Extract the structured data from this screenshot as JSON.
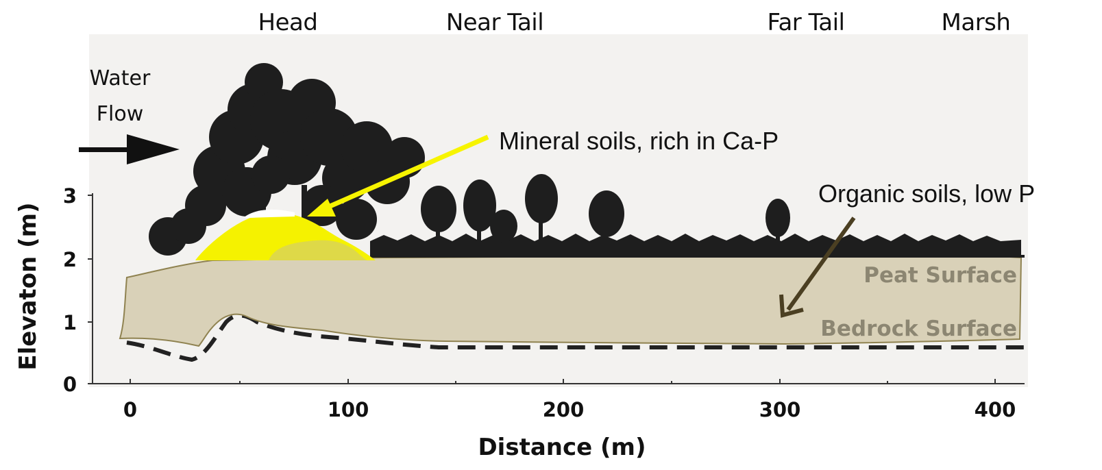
{
  "zones": {
    "head": "Head",
    "near_tail": "Near Tail",
    "far_tail": "Far Tail",
    "marsh": "Marsh"
  },
  "water_flow": {
    "line1": "Water",
    "line2": "Flow"
  },
  "axes": {
    "x_label": "Distance (m)",
    "y_label": "Elevaton (m)",
    "x_ticks": [
      "0",
      "100",
      "200",
      "300",
      "400"
    ],
    "y_ticks": [
      "0",
      "1",
      "2",
      "3"
    ]
  },
  "surfaces": {
    "peat": "Peat Surface",
    "bedrock": "Bedrock Surface"
  },
  "callouts": {
    "mineral": "Mineral soils, rich in Ca-P",
    "organic": "Organic soils, low P"
  },
  "colors": {
    "plot_background": "#f3f2f0",
    "peat_fill": "#d9d1b8",
    "peat_edge": "#8f8250",
    "mineral_fill": "#f5f200",
    "mineral_arrow": "#f7f400",
    "organic_arrow": "#4b3f22",
    "vegetation": "#1e1e1e"
  }
}
